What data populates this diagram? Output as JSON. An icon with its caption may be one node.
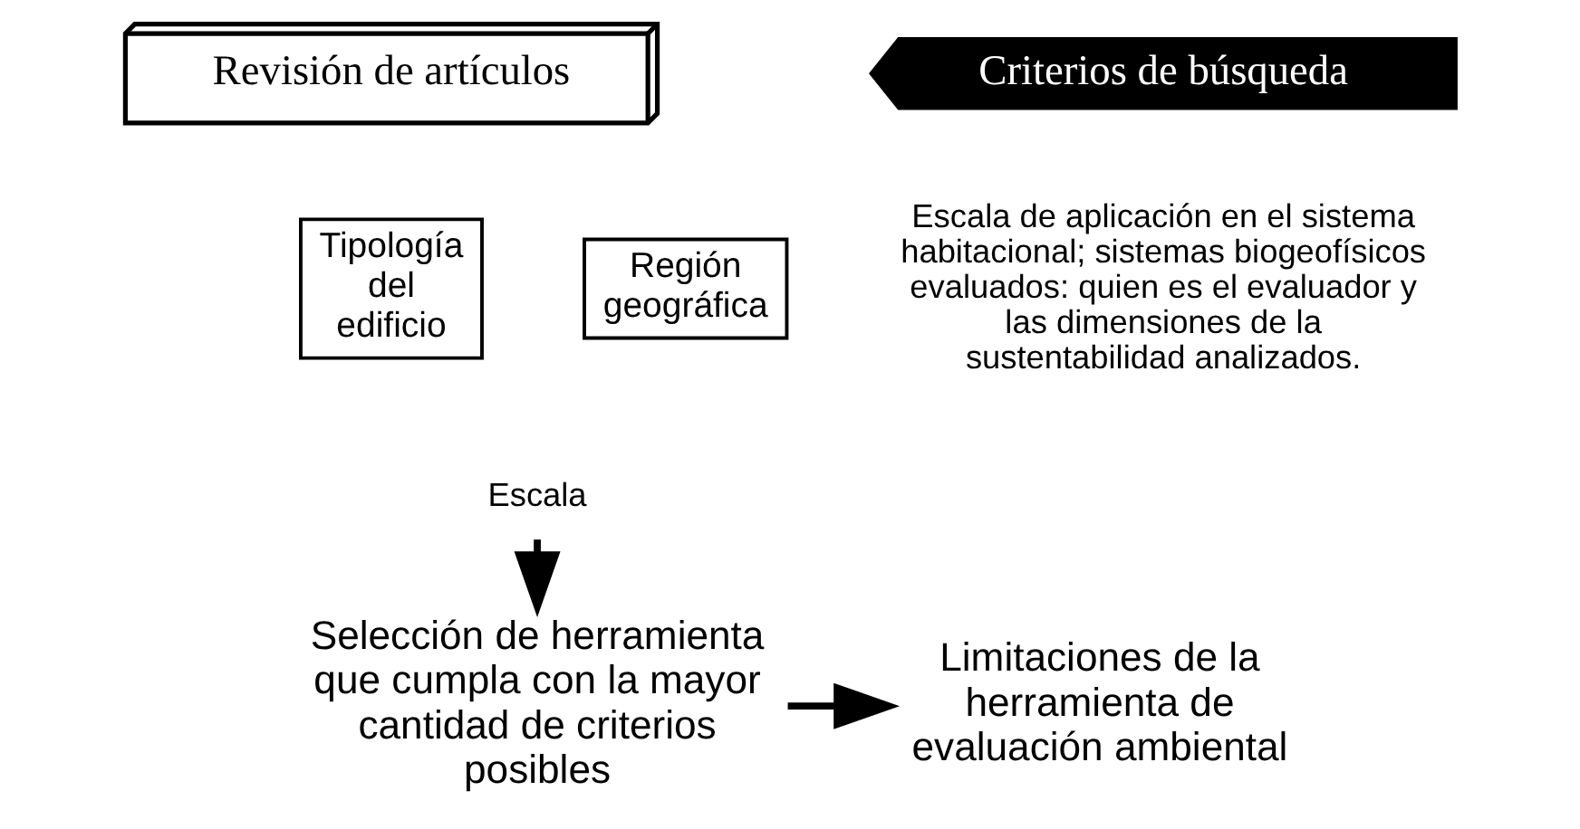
{
  "diagram": {
    "nodes": [
      {
        "text": [
          "Revisión de artículos"
        ]
      },
      {
        "text": [
          "Criterios de búsqueda"
        ]
      },
      {
        "text": [
          "Tipología del edificio"
        ]
      },
      {
        "text": [
          "Región geográfica"
        ]
      },
      {
        "text": [
          "Escala"
        ]
      },
      {
        "text": [
          "Selección de herramienta que cumpla con la mayor cantidad de criterios posibles"
        ]
      },
      {
        "text": [
          "Limitaciones de la herramienta de evaluación ambiental"
        ]
      }
    ],
    "edges": [
      {
        "from": 4,
        "to": 5,
        "arrow": "to"
      },
      {
        "from": 5,
        "to": 6,
        "arrow": "to"
      }
    ],
    "labels": [
      "Escala de aplicación en el sistema habitacional; sistemas biogeofísicos evaluados: quien es el evaluador y las dimensiones de la sustentabilidad analizados."
    ]
  }
}
